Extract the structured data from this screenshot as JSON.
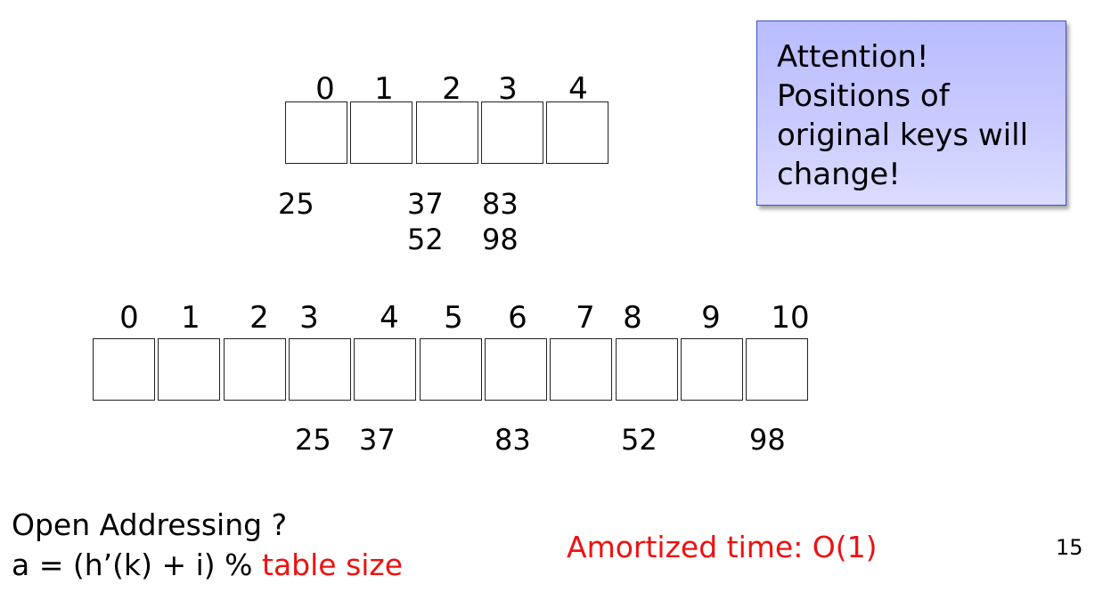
{
  "small_table": {
    "indices": [
      "0",
      "1",
      "2",
      "3",
      "4"
    ],
    "keys": [
      "25",
      "37",
      "83",
      "52",
      "98"
    ]
  },
  "large_table": {
    "indices": [
      "0",
      "1",
      "2",
      "3",
      "4",
      "5",
      "6",
      "7",
      "8",
      "9",
      "10"
    ],
    "keys": [
      "25",
      "37",
      "83",
      "52",
      "98"
    ]
  },
  "callout": {
    "lines": [
      "Attention!",
      "Positions of",
      "original keys will",
      "change!"
    ]
  },
  "footer": {
    "question": "Open Addressing ?",
    "formula_prefix": "a = (h’(k) + i) % ",
    "formula_highlight": "table size",
    "amortized": "Amortized time: O(1)",
    "page_number": "15"
  },
  "colors": {
    "highlight": "#ee1111",
    "callout_border": "#3b4fd0",
    "callout_fill": "#c9cbff"
  }
}
